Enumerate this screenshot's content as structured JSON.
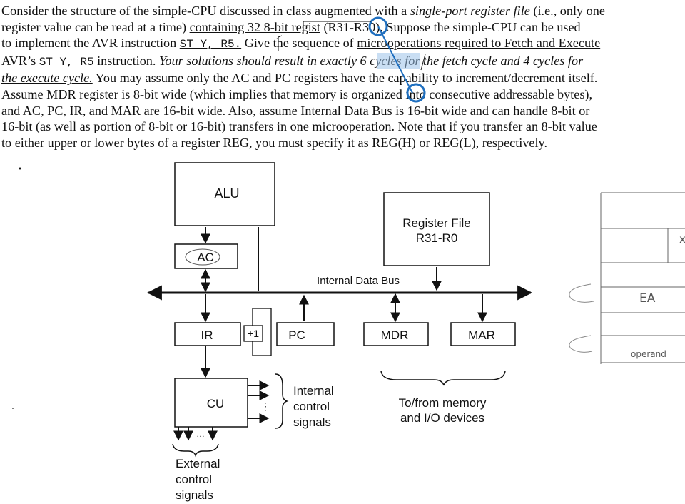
{
  "paragraph": {
    "l1_a": "Consider the structure of the simple-CPU discussed in class augmented with a ",
    "l1_em": "single-port register file",
    "l1_b": " (i.e., only one",
    "l2_a": "register value can be read at a time) ",
    "l2_u": "containing 32 8-bit regist",
    "l2_b": " (R31-R30).  Suppose the simple-CPU can be used",
    "l3_a": "to implement the AVR instruction ",
    "l3_code": "ST Y, R5.",
    "l3_b": " Give the sequence of ",
    "l3_u": "microoperations required to Fetch and Execute",
    "l4_a": "AVR’s ",
    "l4_code": "ST Y, R5",
    "l4_b": " instruction.  ",
    "l4_em": "Your solutions should result in exactly 6 cycles for the fetch cycle and 4 cycles for",
    "l5_em": "the execute cycle.",
    "l5_b": "  You may assume only the AC and PC registers have the capability to increment/decrement itself.",
    "l6": "Assume MDR register is 8-bit wide (which implies that memory is organized into consecutive addressable bytes),",
    "l7": "and AC, PC, IR, and MAR are 16-bit wide.  Also, assume Internal Data Bus is 16-bit wide and can handle 8-bit or",
    "l8": "16-bit (as well as portion of 8-bit or 16-bit) transfers in one microoperation.  Note that if you transfer an 8-bit value",
    "l9": "to either upper or lower bytes of a register REG, you must specify it as REG(H) or REG(L), respectively."
  },
  "diagram": {
    "alu": "ALU",
    "ac": "AC",
    "regfile_line1": "Register File",
    "regfile_line2": "R31-R0",
    "bus": "Internal Data Bus",
    "ir": "IR",
    "inc": "+1",
    "pc": "PC",
    "mdr": "MDR",
    "mar": "MAR",
    "cu": "CU",
    "internal_line1": "Internal",
    "internal_line2": "control",
    "internal_line3": "signals",
    "external_line1": "External",
    "external_line2": "control",
    "external_line3": "signals",
    "memory_line1": "To/from memory",
    "memory_line2": "and I/O devices",
    "dots": "…",
    "vdots": "⋮"
  },
  "notes": {
    "ea": "EA",
    "operand": "operand",
    "x": "x"
  },
  "colors": {
    "text": "#111111",
    "annotation": "#1f6fbf"
  }
}
